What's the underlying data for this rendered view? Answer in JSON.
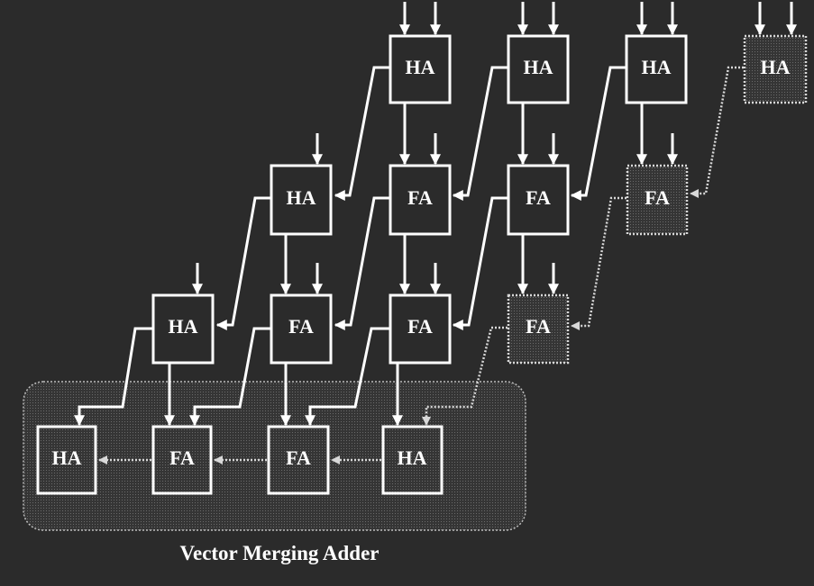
{
  "diagram": {
    "caption": "Vector Merging Adder",
    "colors": {
      "background": "#2b2b2b",
      "stroke": "#ffffff",
      "dim_stroke": "#d8d8d8",
      "shaded_fill": "#3a3a3a",
      "region_fill": "#3a3a3a"
    },
    "cells": {
      "r0c0": "HA",
      "r0c1": "HA",
      "r0c2": "HA",
      "r0c3": "HA",
      "r1c0": "HA",
      "r1c1": "FA",
      "r1c2": "FA",
      "r1c3": "FA",
      "r2c0": "HA",
      "r2c1": "FA",
      "r2c2": "FA",
      "r2c3": "FA",
      "r3c0": "HA",
      "r3c1": "FA",
      "r3c2": "FA",
      "r3c3": "HA"
    }
  }
}
